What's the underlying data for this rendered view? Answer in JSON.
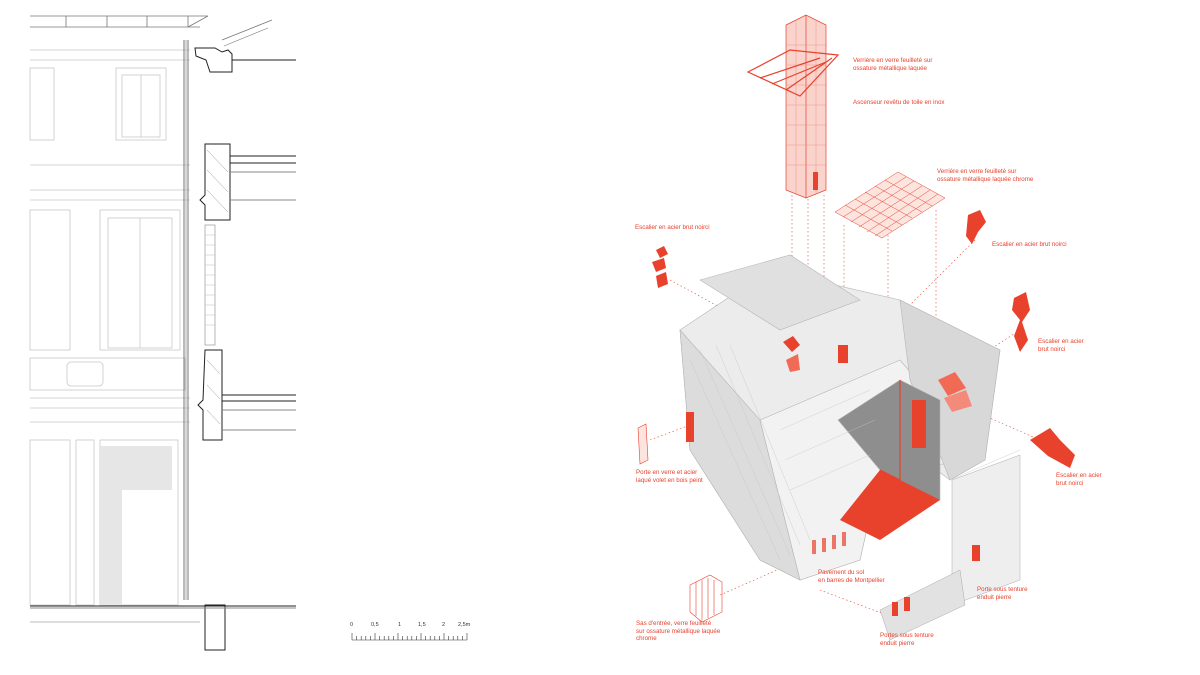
{
  "figure": {
    "left_panel": "Section-elevation of facade with cornice, windows, balustrade and ground floor arcade",
    "right_panel": "Exploded axonometric of building with courtyard and red highlighted interventions"
  },
  "colors": {
    "accent": "#e8412c",
    "accent_light": "#f4a294",
    "line": "#9a9a9a",
    "line_dark": "#222222",
    "building_fill": "#e6e6e6",
    "building_shade": "#cfcfcf"
  },
  "annotations": [
    {
      "id": "verriere-ascenseur",
      "text": "Verrière en verre feuilleté sur\nossature métallique laquée"
    },
    {
      "id": "ascenseur",
      "text": "Ascenseur revêtu de toile en inox"
    },
    {
      "id": "verriere-chrome",
      "text": "Verrière en verre feuilleté sur\nossature métallique laquée chrome"
    },
    {
      "id": "escalier-1",
      "text": "Escalier en acier brut noirci"
    },
    {
      "id": "escalier-2",
      "text": "Escalier en acier brut noirci"
    },
    {
      "id": "escalier-3",
      "text": "Escalier en acier\nbrut noirci"
    },
    {
      "id": "escalier-4",
      "text": "Escalier en acier\nbrut noirci"
    },
    {
      "id": "porte-verre",
      "text": "Porte en verre et acier\nlaqué volet en bois peint"
    },
    {
      "id": "sas-entree",
      "text": "Sas d'entrée, verre feuilleté\nsur ossature métallique laquée\nchrome"
    },
    {
      "id": "pavement",
      "text": "Pavement du sol\nen barres de Montpellier"
    },
    {
      "id": "porte-tenture",
      "text": "Porte sous tenture\nenduit pierre"
    },
    {
      "id": "portes-tenture",
      "text": "Portes sous tenture\nenduit pierre"
    }
  ],
  "scale_bar": {
    "ticks": [
      "0",
      "0,5",
      "1",
      "1,5",
      "2",
      "2,5m"
    ]
  }
}
